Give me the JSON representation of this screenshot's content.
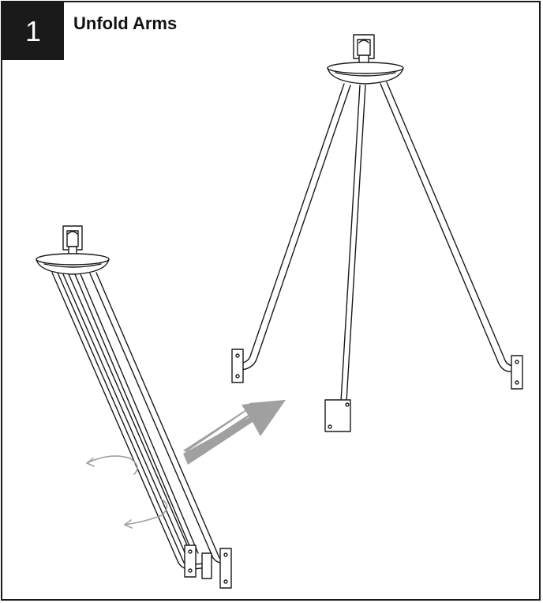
{
  "step": {
    "number": "1",
    "title": "Unfold Arms"
  },
  "colors": {
    "ink": "#1a1a1a",
    "arrow": "#a0a0a0",
    "background": "#ffffff"
  },
  "illustration": {
    "folded_fixture": "folded-fixture-drawing",
    "unfolded_fixture": "unfolded-fixture-drawing",
    "direction_arrow": "right-arrow-icon",
    "rotation_arrows": "rotate-arrow-icon"
  }
}
